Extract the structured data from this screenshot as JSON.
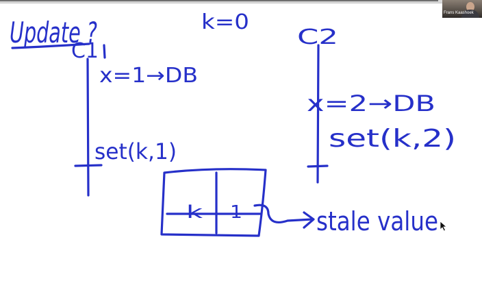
{
  "meeting": {
    "participant_name": "Frans Kaashoek"
  },
  "whiteboard": {
    "title": "Update ?",
    "initial_value": "k=0",
    "client1": {
      "label": "C1",
      "step1": "x=1→DB",
      "step2": "set(k,1)"
    },
    "client2": {
      "label": "C2",
      "step1": "x=2→DB",
      "step2": "set(k,2)"
    },
    "cache": {
      "key": "k",
      "value": "1"
    },
    "annotation": "stale value"
  },
  "colors": {
    "ink": "#2630c9",
    "background": "#ffffff"
  },
  "icons": {
    "cursor": "arrow-cursor-icon"
  }
}
